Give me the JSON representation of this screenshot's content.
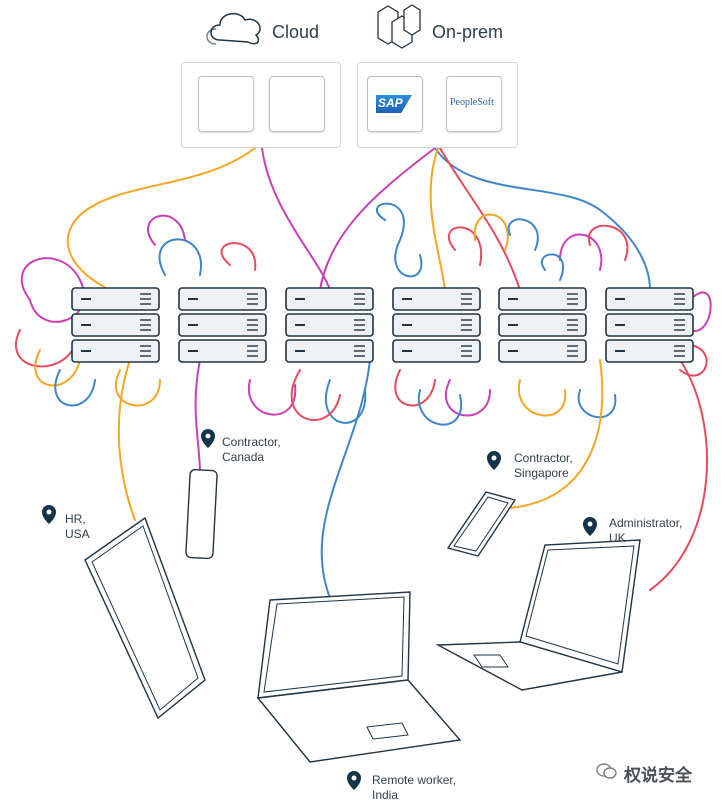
{
  "headers": {
    "cloud": "Cloud",
    "onprem": "On-prem"
  },
  "apps": {
    "sap": "SAP",
    "peoplesoft": "PeopleSoft"
  },
  "locations": {
    "contractor_canada": "Contractor,\nCanada",
    "hr_usa": "HR,\nUSA",
    "contractor_singapore": "Contractor,\nSingapore",
    "administrator_uk": "Administrator,\nUK",
    "remote_india": "Remote worker,\nIndia"
  },
  "watermark": "权说安全",
  "colors": {
    "orange": "#f5a623",
    "magenta": "#c940b5",
    "blue": "#3f86c8",
    "red": "#e64a5e",
    "outline": "#1f3444",
    "server_fill": "#eef2f4",
    "pin": "#163447"
  }
}
